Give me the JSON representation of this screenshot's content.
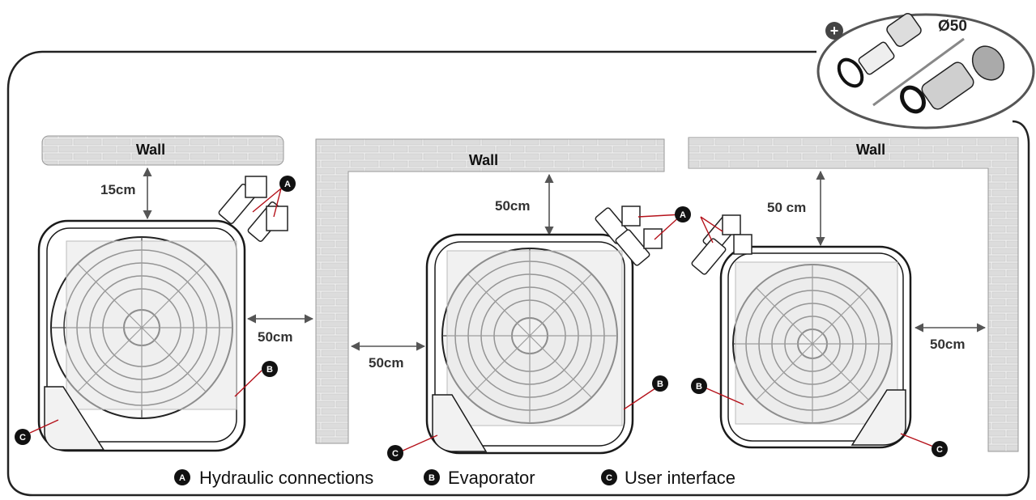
{
  "walls": {
    "left": "Wall",
    "middle": "Wall",
    "right": "Wall"
  },
  "clearances": {
    "left_top": "15cm",
    "left_side": "50cm",
    "middle_top": "50cm",
    "middle_side": "50cm",
    "right_top": "50 cm",
    "right_side": "50cm"
  },
  "accessory": {
    "plus": "+",
    "diameter": "Ø50"
  },
  "badges": {
    "a": "A",
    "b": "B",
    "c": "C"
  },
  "legend": {
    "a_label": "Hydraulic connections",
    "b_label": "Evaporator",
    "c_label": "User interface"
  },
  "colors": {
    "pointer": "#b5121b",
    "outline": "#1a1a1a",
    "brick": "#d9d9d9"
  }
}
